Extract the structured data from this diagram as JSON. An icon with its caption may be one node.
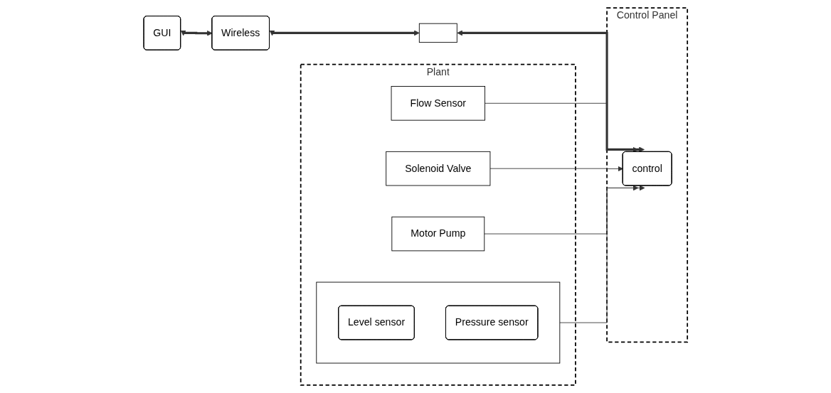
{
  "diagram": {
    "nodes": [
      {
        "text": [
          "GUI"
        ]
      },
      {
        "text": [
          "Wireless"
        ]
      },
      {
        "text": [],
        "shape": "box"
      },
      {
        "text": [
          "Control Panel"
        ]
      },
      {
        "text": [
          "control"
        ],
        "in": 3
      },
      {
        "text": [
          "Plant"
        ]
      },
      {
        "text": [],
        "shape": "box",
        "in": 5
      },
      {
        "text": [
          "Level sensor"
        ],
        "in": 6
      },
      {
        "text": [
          "Pressure sensor"
        ],
        "in": 6
      },
      {
        "text": [
          "Flow Sensor"
        ],
        "in": 5
      },
      {
        "text": [
          "Solenoid Valve"
        ],
        "in": 5
      },
      {
        "text": [
          "Motor Pump"
        ],
        "in": 5
      }
    ],
    "edges": [
      {
        "from": 0,
        "to": 1,
        "arrow": "both",
        "style": "thick"
      },
      {
        "from": 1,
        "to": 2,
        "arrow": "both",
        "style": "thick"
      },
      {
        "from": 2,
        "to": 4,
        "arrow": "both",
        "style": "thick"
      },
      {
        "from": 6,
        "to": 4,
        "arrow": "to"
      },
      {
        "from": 9,
        "to": 4,
        "arrow": "to"
      },
      {
        "from": 10,
        "to": 4,
        "arrow": "to"
      },
      {
        "from": 11,
        "to": 4,
        "arrow": "to"
      }
    ]
  }
}
